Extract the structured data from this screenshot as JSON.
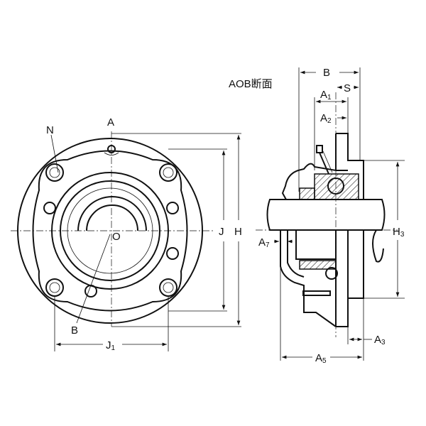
{
  "diagram": {
    "section_title": "AOB断面",
    "front_view": {
      "labels": {
        "N": "N",
        "A": "A",
        "O": "O",
        "J": "J",
        "H": "H",
        "B": "B",
        "J1_main": "J",
        "J1_sub": "1"
      }
    },
    "side_view": {
      "labels": {
        "B": "B",
        "S": "S",
        "A1_main": "A",
        "A1_sub": "1",
        "A2_main": "A",
        "A2_sub": "2",
        "A7_main": "A",
        "A7_sub": "7",
        "H3_main": "H",
        "H3_sub": "3",
        "A3_main": "A",
        "A3_sub": "3",
        "A5_main": "A",
        "A5_sub": "5"
      }
    }
  }
}
